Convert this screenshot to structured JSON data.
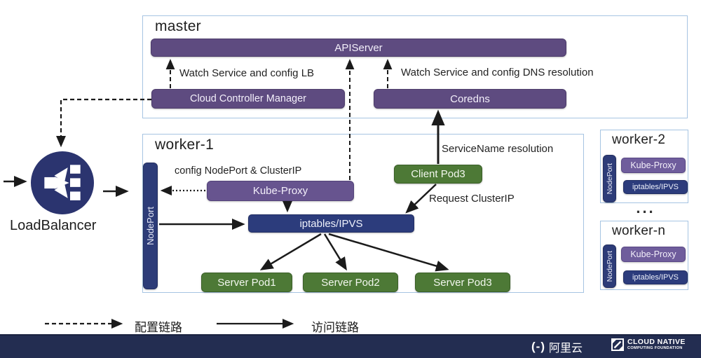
{
  "diagram": {
    "master": {
      "title": "master",
      "apiserver": "APIServer",
      "ccm": "Cloud Controller Manager",
      "coredns": "Coredns",
      "watch_lb": "Watch Service and config LB",
      "watch_dns": "Watch Service and config DNS resolution"
    },
    "worker1": {
      "title": "worker-1",
      "nodeport": "NodePort",
      "config_label": "config NodePort & ClusterIP",
      "kube_proxy": "Kube-Proxy",
      "iptables": "iptables/IPVS",
      "client_pod": "Client Pod3",
      "servicename_label": "ServiceName resolution",
      "request_label": "Request ClusterIP",
      "server_pods": [
        "Server Pod1",
        "Server Pod2",
        "Server Pod3"
      ]
    },
    "worker2": {
      "title": "worker-2",
      "nodeport": "NodePort",
      "kube_proxy": "Kube-Proxy",
      "iptables": "iptables/IPVS"
    },
    "workern": {
      "title": "worker-n",
      "nodeport": "NodePort",
      "kube_proxy": "Kube-Proxy",
      "iptables": "iptables/IPVS"
    },
    "ellipsis": "...",
    "loadbalancer": "LoadBalancer"
  },
  "legend": {
    "config_link": "配置链路",
    "access_link": "访问链路"
  },
  "footer": {
    "alibaba_mark": "(-)",
    "alibaba": "阿里云",
    "cncf_line1": "CLOUD NATIVE",
    "cncf_line2": "COMPUTING FOUNDATION"
  },
  "colors": {
    "purple_box": "#5e4b80",
    "kube_proxy_purple": "#67548f",
    "navy_box": "#2c3c7c",
    "green_pod": "#4d7936",
    "zone_border": "#a6c4e2",
    "footer_bar": "#232d51",
    "arrow": "#1b1b1b"
  }
}
